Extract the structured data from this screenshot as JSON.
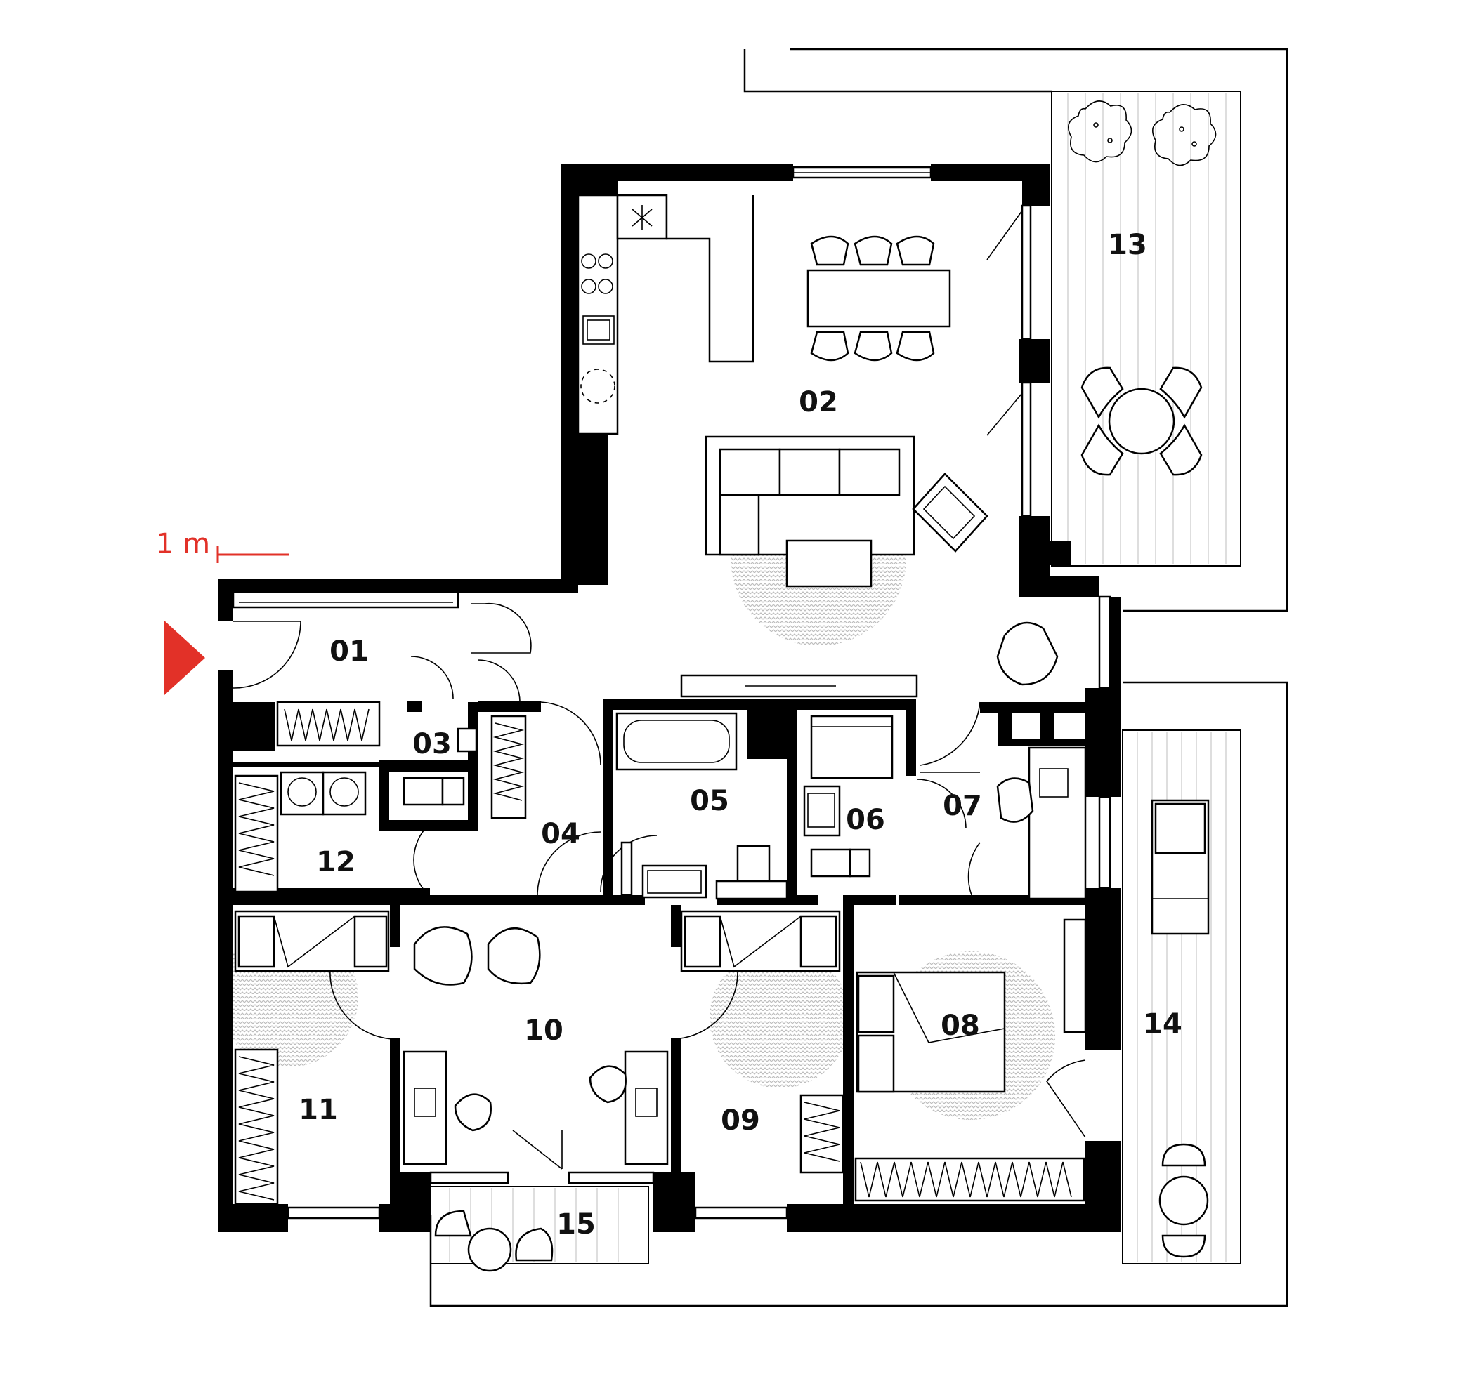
{
  "plan": {
    "scale_bar": {
      "label": "1 m"
    },
    "rooms": [
      {
        "id": "01",
        "label": "01"
      },
      {
        "id": "02",
        "label": "02"
      },
      {
        "id": "03",
        "label": "03"
      },
      {
        "id": "04",
        "label": "04"
      },
      {
        "id": "05",
        "label": "05"
      },
      {
        "id": "06",
        "label": "06"
      },
      {
        "id": "07",
        "label": "07"
      },
      {
        "id": "08",
        "label": "08"
      },
      {
        "id": "09",
        "label": "09"
      },
      {
        "id": "10",
        "label": "10"
      },
      {
        "id": "11",
        "label": "11"
      },
      {
        "id": "12",
        "label": "12"
      },
      {
        "id": "13",
        "label": "13"
      },
      {
        "id": "14",
        "label": "14"
      },
      {
        "id": "15",
        "label": "15"
      }
    ],
    "colors": {
      "wall": "#000000",
      "accent": "#e23128",
      "rug": "#c9c9c9",
      "deck": "#c8c8c8"
    },
    "icons": [
      "entrance-arrow-icon",
      "scale-bar-icon"
    ]
  }
}
